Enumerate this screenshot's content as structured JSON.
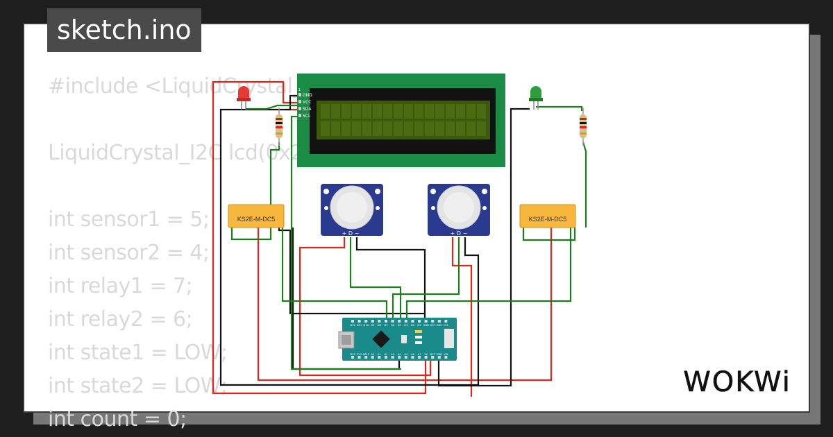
{
  "title": "sketch.ino",
  "code_lines": [
    "#include <LiquidCrystal_I2C.h>",
    "",
    "LiquidCrystal_I2C lcd(0x27, 16, 2);",
    "",
    "int sensor1 = 5;",
    "int sensor2 = 4;",
    "int relay1 = 7;",
    "int relay2 = 6;",
    "int state1 = LOW;",
    "int state2 = LOW;",
    "int count = 0;"
  ],
  "lcd": {
    "pins": [
      "GND",
      "VCC",
      "SDA",
      "SCL"
    ],
    "pin_one": "1"
  },
  "relays": [
    {
      "label": "KS2E-M-DC5"
    },
    {
      "label": "KS2E-M-DC5"
    }
  ],
  "pir_sensors": [
    {
      "pin_labels": "+ D −"
    },
    {
      "pin_labels": "+ D −"
    }
  ],
  "arduino_nano": {
    "top_pins": [
      "D12",
      "D11",
      "D10",
      "D9",
      "D8",
      "D7",
      "D6",
      "D5",
      "D4",
      "D3",
      "D2",
      "GND",
      "RST",
      "RX0",
      "TX1"
    ],
    "bottom_pins": [
      "D13",
      "3V3",
      "AREF",
      "A0",
      "A1",
      "A2",
      "A3",
      "A4",
      "A5",
      "A6",
      "A7",
      "5V",
      "RST",
      "GND",
      "VIN"
    ]
  },
  "leds": [
    {
      "color": "#e53935"
    },
    {
      "color": "#2e9e3a"
    }
  ],
  "logo_text": "WOKWi",
  "colors": {
    "background": "#1e1e1e",
    "card": "#ffffff",
    "code_text": "#d9d9d9",
    "title_tab": "#4a4a4a",
    "lcd_board": "#1c8b45",
    "lcd_screen": "#3d5a0a",
    "nano_board": "#1b8a8a",
    "relay_body": "#f6b73c",
    "pir_body": "#2a3b8f",
    "wire_red": "#e0261b",
    "wire_green": "#1a7f1a",
    "wire_black": "#111111"
  }
}
